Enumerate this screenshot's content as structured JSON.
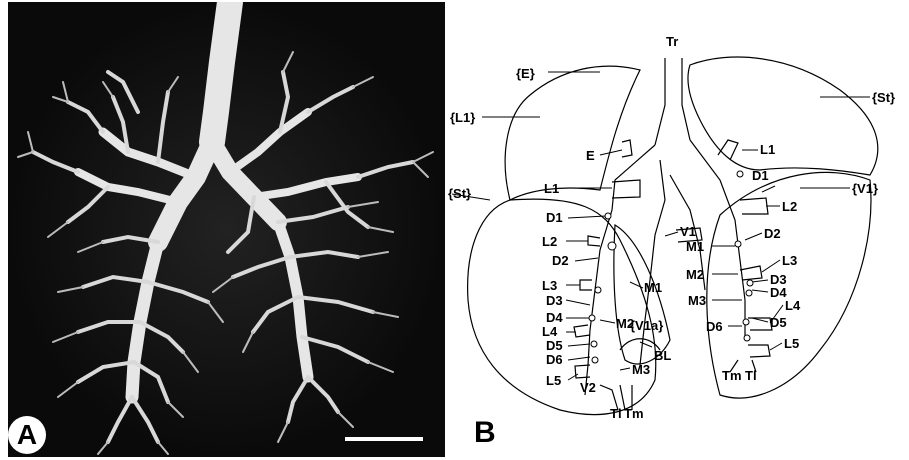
{
  "panel_a": {
    "letter": "A"
  },
  "panel_b": {
    "letter": "B",
    "labels": {
      "tr": "Tr",
      "e_brace": "{E}",
      "l1_brace": "{L1}",
      "st_right": "{St}",
      "st_left": "{St}",
      "v1_brace": "{V1}",
      "v1a_brace": "{V1a}",
      "e": "E",
      "l1_left": "L1",
      "l1_right": "L1",
      "d1_left": "D1",
      "l2_left": "L2",
      "d2_left": "D2",
      "l3_left": "L3",
      "d3_left": "D3",
      "d4_left": "D4",
      "l4_left": "L4",
      "d5_left": "D5",
      "d6_left": "D6",
      "l5_left": "L5",
      "v1": "V1",
      "m1_left": "M1",
      "m2_left": "M2",
      "m3_left": "M3",
      "bl": "BL",
      "v2": "V2",
      "tl_left": "Tl",
      "tm_left": "Tm",
      "d1_right": "D1",
      "l2_right": "L2",
      "m1_right": "M1",
      "d2_right": "D2",
      "l3_right": "L3",
      "m2_right": "M2",
      "d3_right": "D3",
      "d4_right": "D4",
      "m3_right": "M3",
      "l4_right": "L4",
      "d5_right": "D5",
      "d6_right": "D6",
      "l5_right": "L5",
      "tm_right": "Tm",
      "tl_right": "Tl"
    }
  }
}
